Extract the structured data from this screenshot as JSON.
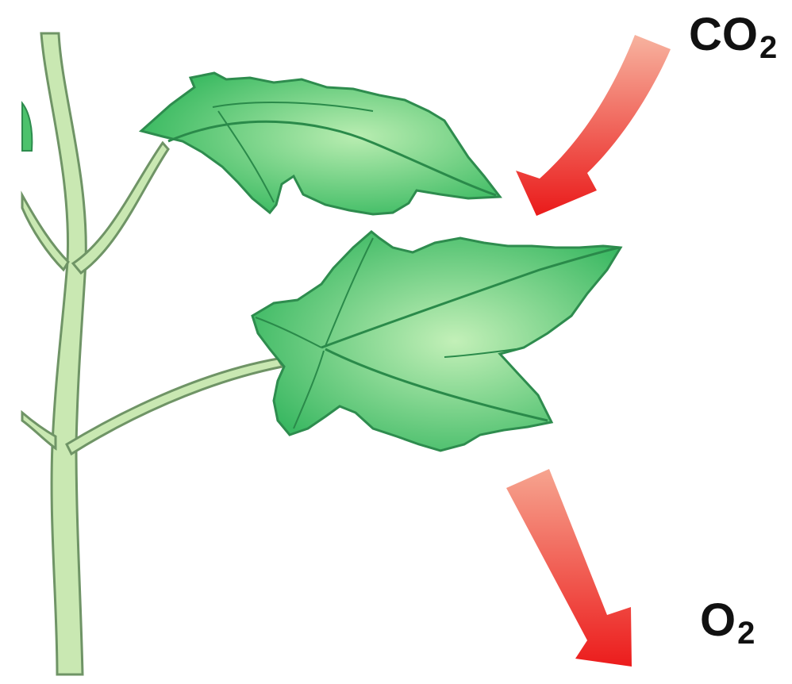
{
  "labels": {
    "co2": {
      "main": "CO",
      "sub": "2"
    },
    "o2": {
      "main": "O",
      "sub": "2"
    }
  },
  "colors": {
    "stem_fill": "#c9e8b2",
    "stem_outline": "#6f9466",
    "leaf_fill": "#4cc26c",
    "leaf_light": "#b9edb1",
    "leaf_outline": "#2e8c4e",
    "arrow_light": "#f5a08f",
    "arrow_dark": "#ec1f1f"
  },
  "icons": {
    "co2_arrow": "curved-arrow-down-left-icon",
    "o2_arrow": "arrow-down-right-icon"
  }
}
